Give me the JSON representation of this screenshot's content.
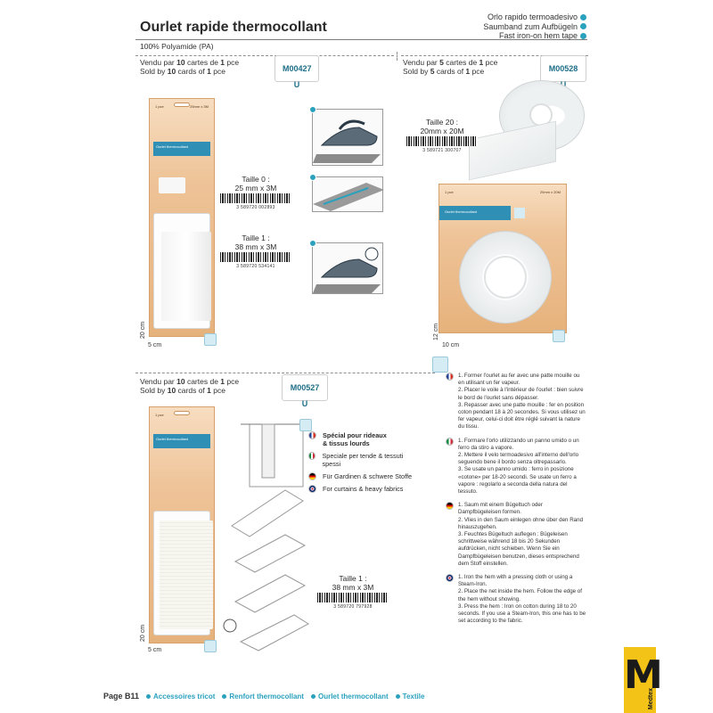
{
  "header": {
    "title": "Ourlet rapide thermocollant",
    "material": "100% Polyamide (PA)",
    "lang_titles": [
      "Orlo rapido termoadesivo",
      "Saumband zum Aufbügeln",
      "Fast iron-on hem tape"
    ]
  },
  "products": [
    {
      "sold_fr_pre": "Vendu par ",
      "sold_fr_qty": "10",
      "sold_fr_mid": " cartes de ",
      "sold_fr_unit": "1",
      "sold_fr_post": " pce",
      "sold_en_pre": "Sold by ",
      "sold_en_qty": "10",
      "sold_en_mid": " cards of ",
      "sold_en_unit": "1",
      "sold_en_post": " pce",
      "ref": "M00427 U",
      "sizes": [
        {
          "label": "Taille 0 :",
          "dim": "25 mm x 3M",
          "ean": "3 589720 002893"
        },
        {
          "label": "Taille 1 :",
          "dim": "38 mm x 3M",
          "ean": "3 589720 534141"
        }
      ],
      "height": "20 cm",
      "width": "5 cm"
    },
    {
      "sold_fr_pre": "Vendu par ",
      "sold_fr_qty": "5",
      "sold_fr_mid": " cartes de ",
      "sold_fr_unit": "1",
      "sold_fr_post": " pce",
      "sold_en_pre": "Sold by ",
      "sold_en_qty": "5",
      "sold_en_mid": " cards of ",
      "sold_en_unit": "1",
      "sold_en_post": " pce",
      "ref": "M00528 U",
      "sizes": [
        {
          "label": "Taille 20 :",
          "dim": "20mm x 20M",
          "ean": "3 589721 300707"
        }
      ],
      "height": "12 cm",
      "width": "10 cm"
    },
    {
      "sold_fr_pre": "Vendu par ",
      "sold_fr_qty": "10",
      "sold_fr_mid": " cartes de ",
      "sold_fr_unit": "1",
      "sold_fr_post": " pce",
      "sold_en_pre": "Sold by ",
      "sold_en_qty": "10",
      "sold_en_mid": " cards of ",
      "sold_en_unit": "1",
      "sold_en_post": " pce",
      "ref": "M00527 U",
      "sizes": [
        {
          "label": "Taille 1 :",
          "dim": "38 mm x 3M",
          "ean": "3 589720 797928"
        }
      ],
      "height": "20 cm",
      "width": "5 cm"
    }
  ],
  "fabrics": [
    {
      "flag": "fr",
      "bold": "Spécial pour rideaux",
      "rest": "& tissus lourds"
    },
    {
      "flag": "it",
      "bold": "",
      "rest": "Speciale per tende & tessuti spessi"
    },
    {
      "flag": "de",
      "bold": "",
      "rest": "Für Gardinen & schwere Stoffe"
    },
    {
      "flag": "en",
      "bold": "",
      "rest": "For curtains & heavy fabrics"
    }
  ],
  "instructions": {
    "fr": [
      "1. Former l'ourlet au fer avec une patte mouille ou en utilisant un fer vapeur.",
      "2. Placer le voile à l'intérieur de l'ourlet : bien suivre le bord de l'ourlet sans dépasser.",
      "3. Repasser avec une patte mouille : fer en position coton pendant 18 à 20 secondes. Si vous utilisez un fer vapeur, celui-ci doit être réglé suivant la nature du tissu."
    ],
    "it": [
      "1. Formare l'orlo utilizzando un panno umido o un ferro da stiro a vapore.",
      "2. Mettere il velo termoadesivo all'interno dell'orlo seguendo bene il bordo senza oltrepassarlo.",
      "3. Se usate un panno umido : ferro in posizione «cotone» per 18-20 secondi. Se usate un ferro a vapore : regolarlo a seconda della natura del tessuto."
    ],
    "de": [
      "1. Saum mit einem Bügeltuch oder Dampfbügeleisen formen.",
      "2. Vlies in den Saum einlegen ohne über den Rand hinauszugehen.",
      "3. Feuchtes Bügeltuch auflegen : Bügeleisen schrittweise während 18 bis 20 Sekunden aufdrücken, nicht schieben. Wenn Sie ein Dampfbügeleisen benutzen, dieses entsprechend dem Stoff einstellen."
    ],
    "en": [
      "1. Iron the hem with a pressing cloth or using a Steam-Iron.",
      "2. Place the net inside the hem. Follow the edge of the hem without showing.",
      "3. Press the hem : Iron on cotton during 18 to 20 seconds. If you use a Steam-Iron, this one has to be set according to the fabric."
    ]
  },
  "card_text": {
    "product_name": "Ourlet thermocollant",
    "size_small": "25mm x 3M",
    "size_roll": "20mm x 20M",
    "pce": "1 pce"
  },
  "footer": {
    "page": "Page B11",
    "links": [
      "Accessoires tricot",
      "Renfort thermocollant",
      "Ourlet thermocollant",
      "Textile"
    ]
  },
  "logo": {
    "letter": "M",
    "brand": "Medtex"
  },
  "colors": {
    "accent": "#2aa1bd",
    "card": "#eec397",
    "logo": "#f3c318"
  }
}
